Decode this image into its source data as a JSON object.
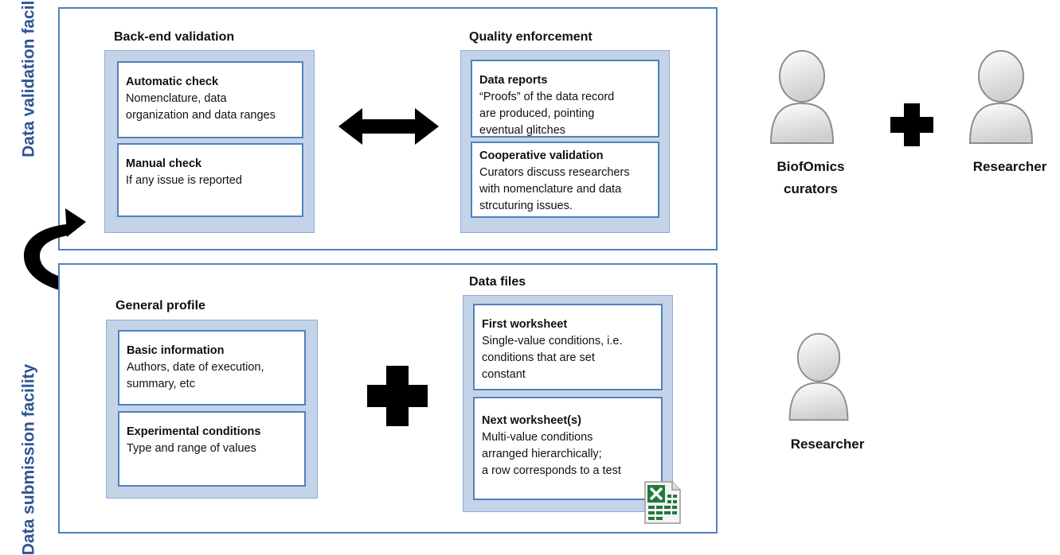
{
  "facilities": {
    "validation": {
      "label": "Data validation\nfacility",
      "left_panel": {
        "title": "Back-end validation",
        "boxes": [
          {
            "head": "Automatic check",
            "body": "Nomenclature, data\norganization and data ranges"
          },
          {
            "head": "Manual check",
            "body": "If any issue is reported"
          }
        ]
      },
      "right_panel": {
        "title": "Quality enforcement",
        "boxes": [
          {
            "head": "Data reports",
            "body": "“Proofs” of the data record\nare produced, pointing\neventual glitches"
          },
          {
            "head": "Cooperative validation",
            "body": "Curators  discuss researchers\nwith nomenclature and data\nstrcuturing issues."
          }
        ]
      }
    },
    "submission": {
      "label": "Data submission\nfacility",
      "left_panel": {
        "title": "General profile",
        "boxes": [
          {
            "head": "Basic information",
            "body": "Authors, date of execution,\nsummary, etc"
          },
          {
            "head": "Experimental conditions",
            "body": "Type and range of values"
          }
        ]
      },
      "right_panel": {
        "title": "Data files",
        "boxes": [
          {
            "head": "First worksheet",
            "body": "Single-value conditions, i.e.\nconditions that are set\nconstant"
          },
          {
            "head": "Next worksheet(s)",
            "body": "Multi-value conditions\narranged hierarchically;\na row corresponds to a test"
          }
        ]
      }
    }
  },
  "actors": {
    "validation": [
      "BiofOmics\ncurators",
      "Researcher"
    ],
    "submission": [
      "Researcher"
    ]
  },
  "icons": {
    "double_arrow": "double-arrow-icon",
    "plus": "plus-icon",
    "curved_arrow": "curved-arrow-icon",
    "person": "user-icon",
    "spreadsheet": "excel-file-icon"
  },
  "colors": {
    "facility_border": "#4f81bd",
    "facility_label": "#2f5496",
    "panel_fill": "#c5d3e8"
  }
}
